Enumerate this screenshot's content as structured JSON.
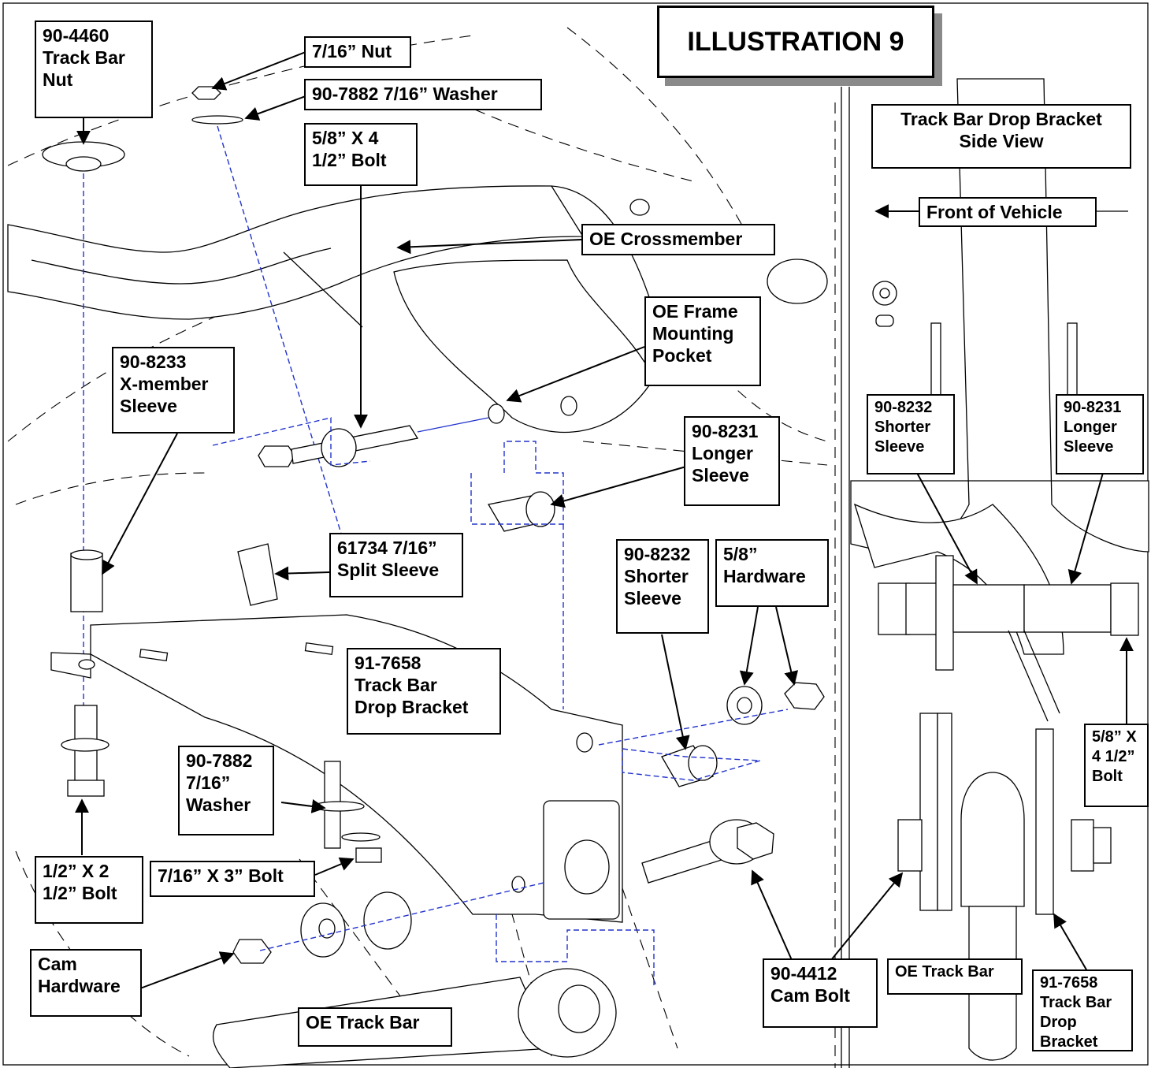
{
  "title": "ILLUSTRATION 9",
  "side_view": {
    "heading": "Track Bar Drop Bracket\nSide View",
    "front_label": "Front of Vehicle"
  },
  "labels": {
    "track_bar_nut": "90-4460\nTrack Bar\nNut",
    "nut_7_16": "7/16” Nut",
    "washer_7_16_top": "90-7882 7/16” Washer",
    "bolt_5_8_main": "5/8” X 4\n1/2” Bolt",
    "oe_crossmember": "OE Crossmember",
    "oe_frame_pocket": "OE Frame\nMounting\nPocket",
    "xmember_sleeve": "90-8233\nX-member\nSleeve",
    "longer_sleeve_main": "90-8231\nLonger\nSleeve",
    "split_sleeve": "61734 7/16”\nSplit Sleeve",
    "shorter_sleeve_main": "90-8232\nShorter\nSleeve",
    "hardware_5_8": "5/8”\nHardware",
    "drop_bracket_main": "91-7658\nTrack Bar\nDrop Bracket",
    "washer_7_16_lower": "90-7882\n7/16”\nWasher",
    "bolt_7_16_x3": "7/16” X 3” Bolt",
    "bolt_1_2": "1/2” X 2\n1/2” Bolt",
    "cam_hardware": "Cam\nHardware",
    "oe_track_bar_main": "OE Track Bar",
    "cam_bolt": "90-4412\nCam Bolt",
    "shorter_sleeve_side": "90-8232\nShorter\nSleeve",
    "longer_sleeve_side": "90-8231\nLonger\nSleeve",
    "bolt_5_8_side": "5/8” X\n4 1/2”\nBolt",
    "oe_track_bar_side": "OE Track Bar",
    "drop_bracket_side": "91-7658\nTrack Bar\nDrop\nBracket"
  },
  "colors": {
    "line": "#000000",
    "centerline": "#2233cc",
    "shadow": "#8a8a8a"
  }
}
